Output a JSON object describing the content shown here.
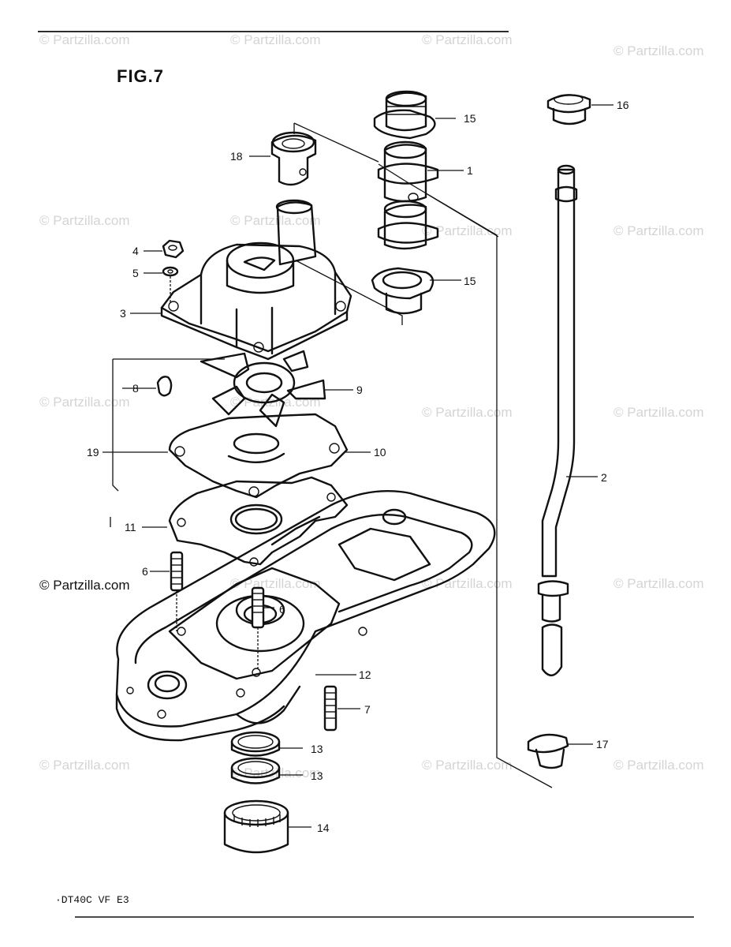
{
  "figure": {
    "title": "FIG.7",
    "model_code": "·DT40C VF E3"
  },
  "credit": "© Partzilla.com",
  "watermark": "© Partzilla.com",
  "callouts": {
    "c1": "1",
    "c2": "2",
    "c3": "3",
    "c4": "4",
    "c5": "5",
    "c6a": "6",
    "c6b": "6",
    "c7": "7",
    "c8": "8",
    "c9": "9",
    "c10": "10",
    "c11": "11",
    "c12": "12",
    "c13a": "13",
    "c13b": "13",
    "c14": "14",
    "c15a": "15",
    "c15b": "15",
    "c16": "16",
    "c17": "17",
    "c18": "18",
    "c19": "19"
  }
}
